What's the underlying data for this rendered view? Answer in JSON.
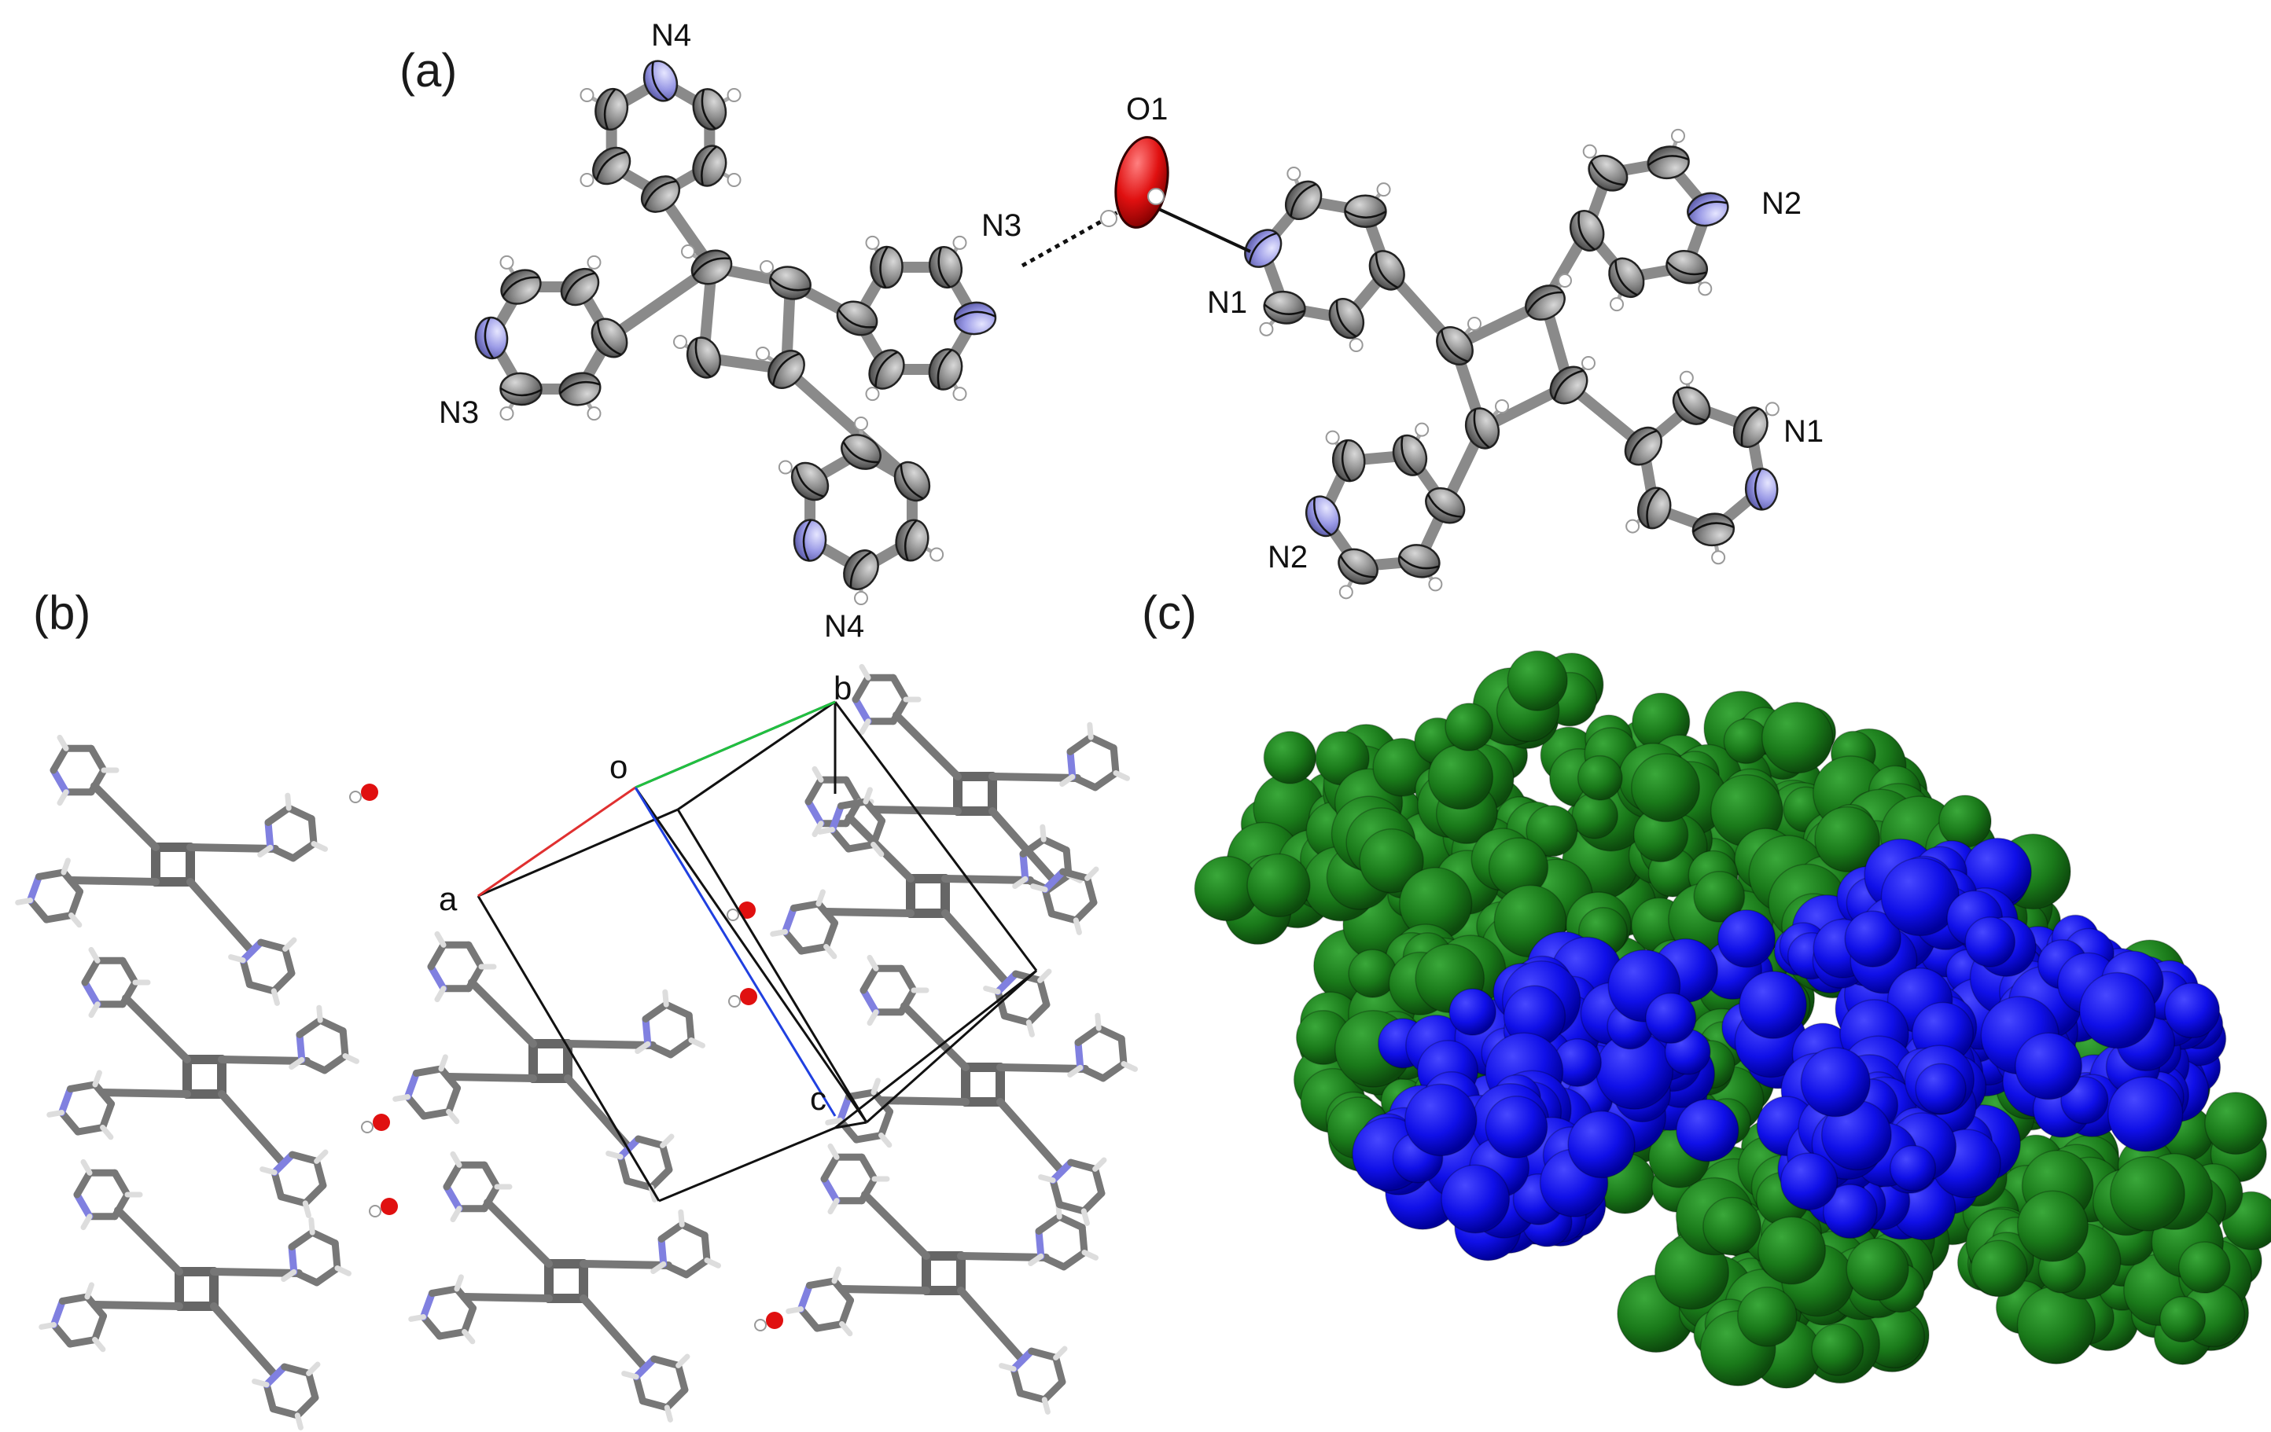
{
  "panels": [
    {
      "id": "a",
      "label": "(a)"
    },
    {
      "id": "b",
      "label": "(b)"
    },
    {
      "id": "c",
      "label": "(c)"
    }
  ],
  "panel_a": {
    "atom_labels": {
      "n4_top": "N4",
      "n3_left": "N3",
      "n3_right": "N3",
      "n4_bottom": "N4",
      "o1": "O1",
      "n1_left": "N1",
      "n2_top": "N2",
      "n1_right": "N1",
      "n2_bottom": "N2"
    },
    "colors": {
      "carbon": "#8c8c8c",
      "nitrogen": "#9a9ae6",
      "oxygen": "#e01010",
      "hydrogen": "#ffffff"
    }
  },
  "panel_b": {
    "axis_labels": {
      "o": "o",
      "a": "a",
      "b": "b",
      "c": "c"
    },
    "colors": {
      "a_axis": "#e03030",
      "b_axis": "#20c040",
      "c_axis": "#2040e0"
    }
  },
  "panel_c": {
    "colors": {
      "green": "#1a7a1a",
      "blue": "#1010e8"
    }
  }
}
